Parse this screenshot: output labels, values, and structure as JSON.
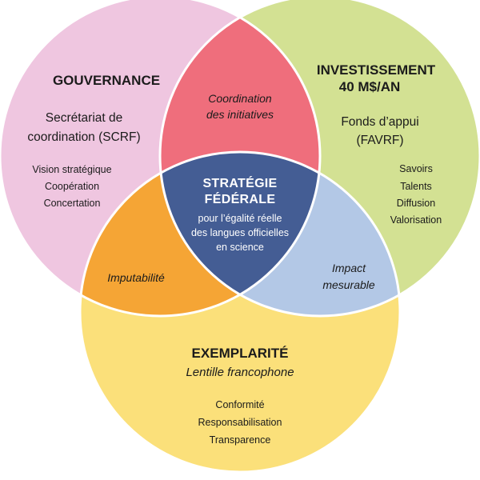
{
  "diagram": {
    "colors": {
      "gouvernance": "#efc6e0",
      "investissement": "#d3e193",
      "exemplarite": "#fbe07a",
      "coordination": "#ef6e7c",
      "imputabilite": "#f5a535",
      "impact": "#b3c8e6",
      "center": "#445d94",
      "outline": "#ffffff"
    },
    "gouvernance": {
      "title": "GOUVERNANCE",
      "subtitle_line1": "Secrétariat de",
      "subtitle_line2": "coordination (SCRF)",
      "items": [
        "Vision stratégique",
        "Coopération",
        "Concertation"
      ]
    },
    "investissement": {
      "title_line1": "INVESTISSEMENT",
      "title_line2": "40 M$/AN",
      "subtitle_line1": "Fonds d’appui",
      "subtitle_line2": "(FAVRF)",
      "items": [
        "Savoirs",
        "Talents",
        "Diffusion",
        "Valorisation"
      ]
    },
    "exemplarite": {
      "title": "EXEMPLARITÉ",
      "subtitle": "Lentille francophone",
      "items": [
        "Conformité",
        "Responsabilisation",
        "Transparence"
      ]
    },
    "coordination": {
      "line1": "Coordination",
      "line2": "des initiatives"
    },
    "imputabilite": {
      "label": "Imputabilité"
    },
    "impact": {
      "line1": "Impact",
      "line2": "mesurable"
    },
    "center": {
      "title_line1": "STRATÉGIE",
      "title_line2": "FÉDÉRALE",
      "sub_line1": "pour l’égalité réelle",
      "sub_line2": "des langues officielles",
      "sub_line3": "en science"
    }
  }
}
